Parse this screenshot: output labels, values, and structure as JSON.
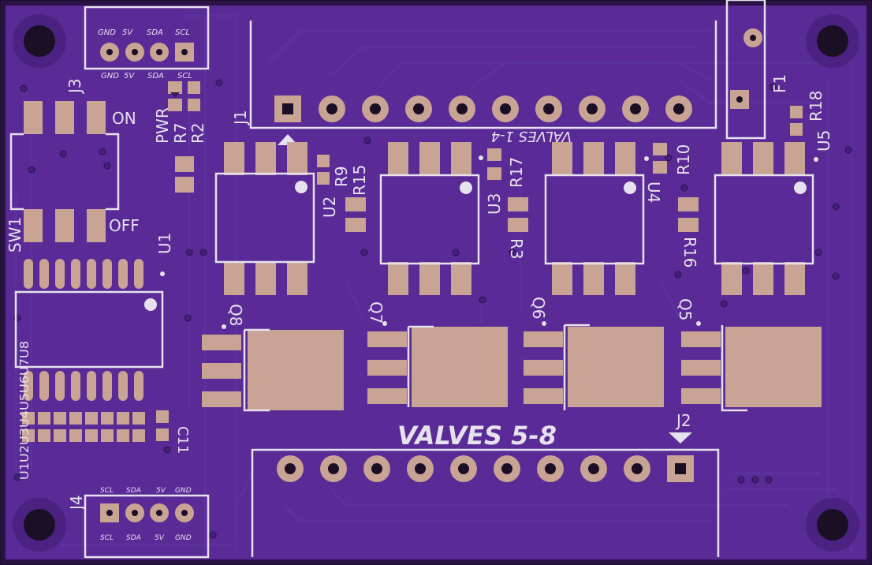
{
  "board": {
    "labels": {
      "j1": "J1",
      "j2": "J2",
      "j3": "J3",
      "j4": "J4",
      "f1": "F1",
      "sw1": "SW1",
      "u1": "U1",
      "u2": "U2",
      "u3": "U3",
      "u4": "U4",
      "u5": "U5",
      "r2": "R2",
      "r3": "R3",
      "r7": "R7",
      "r9": "R9",
      "r10": "R10",
      "r15": "R15",
      "r16": "R16",
      "r17": "R17",
      "r18": "R18",
      "c11": "C11",
      "q5": "Q5",
      "q6": "Q6",
      "q7": "Q7",
      "q8": "Q8",
      "pwr": "PWR",
      "on": "ON",
      "off": "OFF",
      "valves_1_4": "VALVES 1-4",
      "valves_5_8": "VALVES 5-8",
      "led_stack": "U1U2U3U4U5U6U7U8"
    },
    "j3_pins": [
      "GND",
      "5V",
      "SDA",
      "SCL"
    ],
    "j4_pins": [
      "SCL",
      "SDA",
      "5V",
      "GND"
    ]
  },
  "colors": {
    "board": "#5a2a96",
    "edge": "#2a1245",
    "silkscreen": "#e6e1ee",
    "copper_pad": "#c9a394",
    "trace": "#6a3aae"
  }
}
